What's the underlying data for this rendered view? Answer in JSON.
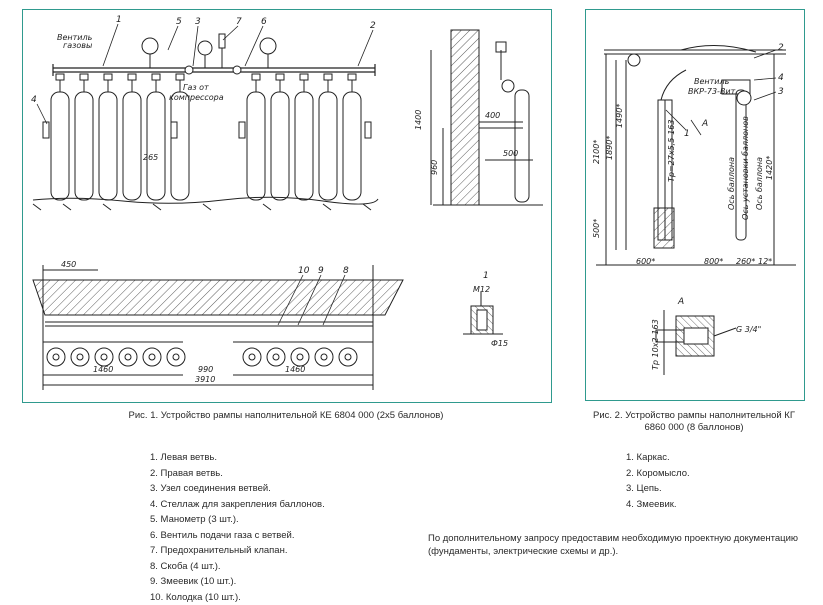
{
  "fig1": {
    "caption": "Рис. 1. Устройство рампы наполнительной КЕ 6804 000 (2х5 баллонов)",
    "labels": {
      "ventil": "Вентиль",
      "gazovy": "газовы",
      "gas_from_compressor_1": "Газ от",
      "gas_from_compressor_2": "компрессора",
      "l1": "1",
      "l2": "2",
      "l3": "3",
      "l4": "4",
      "l5": "5",
      "l6": "6",
      "l7": "7",
      "l8": "8",
      "l9": "9",
      "l10": "10",
      "dim_265": "265",
      "dim_1400": "1400",
      "dim_960": "960",
      "dim_400": "400",
      "dim_500": "500",
      "dim_450": "450",
      "dim_1460a": "1460",
      "dim_990": "990",
      "dim_1460b": "1460",
      "dim_3910": "3910",
      "detail_l1": "1",
      "detail_m12": "М12",
      "detail_d15": "Ф15"
    }
  },
  "fig2": {
    "caption": "Рис. 2. Устройство рампы наполнительной КГ 6860 000 (8 баллонов)",
    "labels": {
      "l1": "1",
      "l2": "2",
      "l3": "3",
      "l4": "4",
      "ventil": "Вентиль",
      "ventil_type": "ВКР-73-Вит",
      "label_a": "А",
      "pipe": "Тр=27х5,5-163",
      "dim_2100": "2100*",
      "dim_1890": "1890*",
      "dim_1490": "1490*",
      "dim_500": "500*",
      "dim_600": "600*",
      "dim_800": "800*",
      "dim_260": "260*",
      "dim_12": "12*",
      "dim_1420": "1420*",
      "axis1": "Ось баллона",
      "axis2": "Ось установки баллонов",
      "axis3": "Ось баллона",
      "detail_a": "А",
      "detail_pipe": "Тр 10х2-163",
      "detail_thread": "G 3/4\""
    }
  },
  "legend1": [
    "1. Левая ветвь.",
    "2. Правая ветвь.",
    "3. Узел соединения ветвей.",
    "4. Стеллаж для закрепления баллонов.",
    "5. Манометр (3 шт.).",
    "6. Вентиль подачи газа с ветвей.",
    "7. Предохранительный клапан.",
    "8. Скоба (4 шт.).",
    "9. Змеевик (10 шт.).",
    "10. Колодка (10 шт.)."
  ],
  "legend2": [
    "1. Каркас.",
    "2. Коромысло.",
    "3. Цепь.",
    "4. Змеевик."
  ],
  "note": "По дополнительному запросу предоставим необходимую проектную документацию (фундаменты, электрические схемы и др.).",
  "colors": {
    "frame": "#2f9a8e",
    "ink": "#222222"
  }
}
